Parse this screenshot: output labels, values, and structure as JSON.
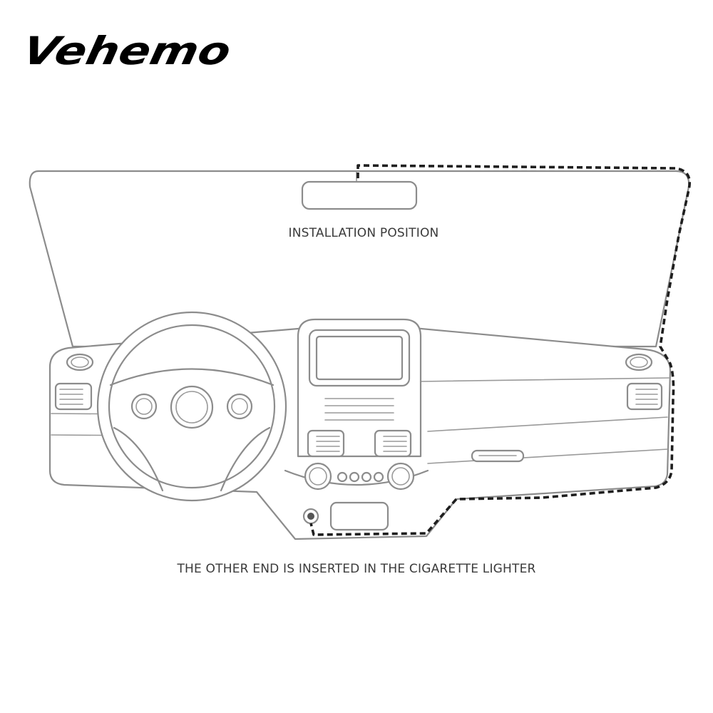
{
  "brand": {
    "logo_text": "Vehemo"
  },
  "labels": {
    "installation_position": "INSTALLATION POSITION",
    "lighter_note": "THE OTHER END IS INSERTED IN THE CIGARETTE LIGHTER"
  },
  "colors": {
    "line": "#8c8c8c",
    "cable": "#1e1e1e",
    "text": "#3a3a3a",
    "logo": "#000000"
  }
}
